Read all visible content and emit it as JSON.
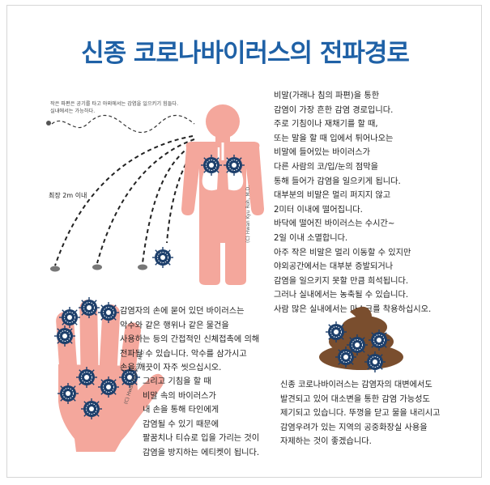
{
  "title": "신종 코로나바이러스의 전파경로",
  "small_note": "작은 파편은 공기를 타고 아외에서는 감염을 일으키기 힘들다.\n실내에서는 가능하다.",
  "distance_label": "최장 2m 이내",
  "droplet_text": "비말(가래나 침의 파편)을 통한\n감염이 가장 흔한 감염 경로입니다.\n주로 기침이나 재채기를 할 때,\n또는 말을 할 때 입에서 튀어나오는\n비말에 들어있는 바이러스가\n다른 사람의 코/입/눈의 점막을\n통해 들어가 감염을 일으키게 됩니다.\n대부분의 비말은 멀리 퍼지지 않고\n2미터 이내에 떨어집니다.\n바닥에 떨어진 바이러스는 수시간~\n2일 이내 소멸합니다.\n아주 작은 비말은 멀리 이동할 수 있지만\n야외공간에서는 대부분 증발되거나\n감염을 일으키지 못할 만큼 희석됩니다.\n그러나 실내에서는 농축될 수 있습니다.\n사람 많은 실내에서는 마스크를 착용하십시오.",
  "contact_text_1": "감염자의 손에 묻어 있던 바이러스는\n악수와 같은 행위나 같은 물건을\n사용하는 등의 간접적인 신체접촉에 의해\n전파될 수 있습니다. 악수를 삼가시고\n손을 깨끗이 자주 씻으십시오.",
  "contact_text_2": "그리고 기침을 할 때\n비말 속의 바이러스가\n내 손을 통해 타인에게\n감염될 수 있기 때문에\n팔꿈치나 티슈로 입을 가리는 것이\n감염을 방지하는 에티켓이 됩니다.",
  "fecal_text": "신종 코로나바이러스는 감염자의 대변에서도\n발견되고 있어 대소변을 통한 감염 가능성도\n제기되고 있습니다. 뚜껑을 닫고 물을 내리시고\n감염우려가 있는 지역의 공중화장실 사용을\n자제하는 것이 좋겠습니다.",
  "credit": "(C) Hwan Kyu Roh, M.D.",
  "colors": {
    "title_blue": "#1f61a6",
    "skin": "#f4a79c",
    "lung": "#ffffff",
    "virus_blue": "#1d3f6b",
    "stool_brown": "#7a4e2e"
  }
}
